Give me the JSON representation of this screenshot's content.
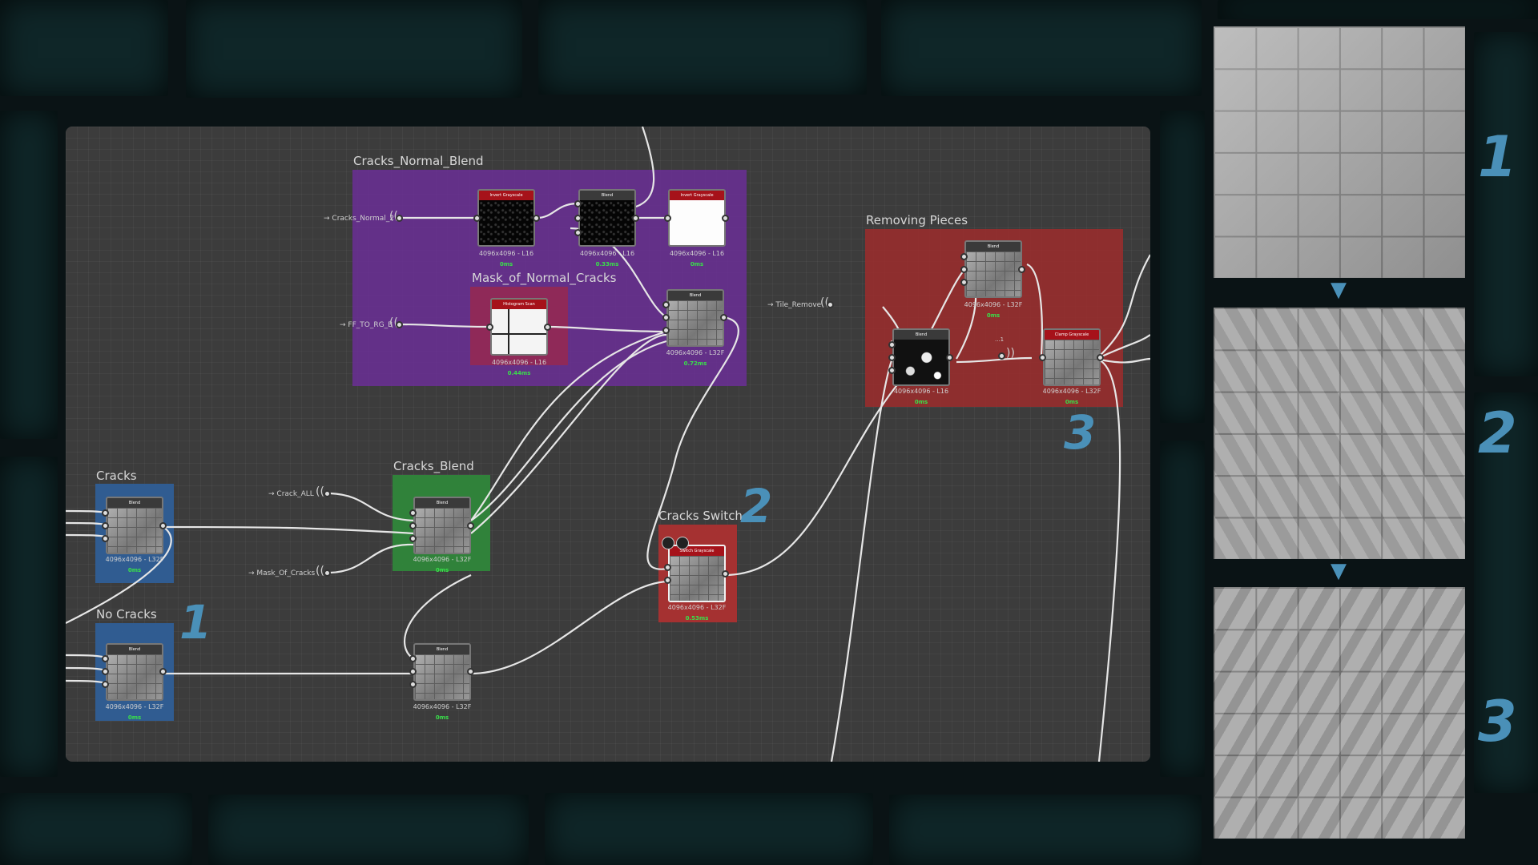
{
  "frames": {
    "cracks_normal_blend": {
      "title": "Cracks_Normal_Blend",
      "color": "#6a2e95"
    },
    "mask_of_normal_cracks": {
      "title": "Mask_of_Normal_Cracks",
      "color": "#8a2a55"
    },
    "removing_pieces": {
      "title": "Removing Pieces",
      "color": "#9c2b2b"
    },
    "cracks": {
      "title": "Cracks",
      "color": "#2f5f9a"
    },
    "no_cracks": {
      "title": "No Cracks",
      "color": "#2f5f9a"
    },
    "cracks_blend": {
      "title": "Cracks_Blend",
      "color": "#2f8a3a"
    },
    "cracks_switch": {
      "title": "Cracks Switch",
      "color": "#b03030"
    }
  },
  "inputs": {
    "cracks_normal_2": "Cracks_Normal_2",
    "ff_to_rg_b": "FF_TO_RG_B",
    "tile_remove": "Tile_Remove",
    "crack_all": "Crack_ALL",
    "mask_of_cracks": "Mask_Of_Cracks",
    "output_small": "...1"
  },
  "nodes": {
    "invert1": {
      "title": "Invert Grayscale",
      "size": "4096x4096 - L16",
      "time": "0ms"
    },
    "blend_top": {
      "title": "Blend",
      "size": "4096x4096 - L16",
      "time": "0.33ms"
    },
    "invert2": {
      "title": "Invert Grayscale",
      "size": "4096x4096 - L16",
      "time": "0ms"
    },
    "histscan": {
      "title": "Histogram Scan",
      "size": "4096x4096 - L16",
      "time": "0.44ms"
    },
    "blend_mask": {
      "title": "Blend",
      "size": "4096x4096 - L32F",
      "time": "0.72ms"
    },
    "rp_blend_top": {
      "title": "Blend",
      "size": "4096x4096 - L32F",
      "time": "0ms"
    },
    "rp_blend_mask": {
      "title": "Blend",
      "size": "4096x4096 - L16",
      "time": "0ms"
    },
    "clamp": {
      "title": "Clamp Grayscale",
      "size": "4096x4096 - L32F",
      "time": "0ms"
    },
    "cracks_blend_node": {
      "title": "Blend",
      "size": "4096x4096 - L32F",
      "time": "0ms"
    },
    "cb_blend": {
      "title": "Blend",
      "size": "4096x4096 - L32F",
      "time": "0ms"
    },
    "switch": {
      "title": "Switch Grayscale",
      "size": "4096x4096 - L32F",
      "time": "0.53ms"
    },
    "nc_blend": {
      "title": "Blend",
      "size": "4096x4096 - L32F",
      "time": "0ms"
    },
    "low_blend": {
      "title": "Blend",
      "size": "4096x4096 - L32F",
      "time": "0ms"
    }
  },
  "callouts": {
    "one": "1",
    "two": "2",
    "three": "3"
  },
  "previews": [
    {
      "label": "1"
    },
    {
      "label": "2"
    },
    {
      "label": "3"
    }
  ],
  "colors": {
    "accent": "#4a90b8",
    "time_green": "#39e04a",
    "node_red_header": "#a6121a"
  }
}
